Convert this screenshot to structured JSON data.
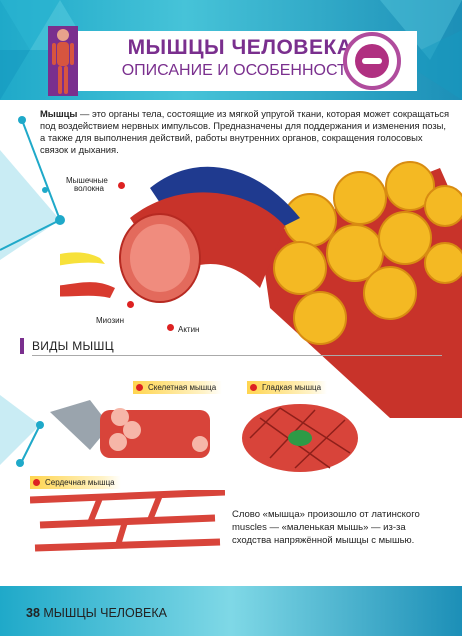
{
  "header": {
    "title": "МЫШЦЫ ЧЕЛОВЕКА",
    "subtitle": "ОПИСАНИЕ И ОСОБЕННОСТИ",
    "accent_color": "#7a2f8e",
    "header_color": "#1fa9c9"
  },
  "intro": {
    "term": "Мышцы",
    "text": " — это органы тела, состоящие из мягкой упругой ткани, которая может сокращаться под воздействием нервных импульсов. Предназначены для поддержания и изменения позы, а также для выполнения действий, работы внутренних органов, сокращения голосовых связок и дыхания."
  },
  "labels": {
    "fibers_line1": "Мышечные",
    "fibers_line2": "волокна",
    "myosin": "Миозин",
    "actin": "Актин"
  },
  "section": {
    "title": "ВИДЫ МЫШЦ"
  },
  "types": {
    "skeletal": "Скелетная мышца",
    "smooth": "Гладкая мышца",
    "cardiac": "Сердечная мышца"
  },
  "note": "Слово «мышца» произошло от латинского muscles — «маленькая мышь» — из-за сходства напряжённой мышцы с мышью.",
  "footer": {
    "page_number": "38",
    "title": "МЫШЦЫ ЧЕЛОВЕКА"
  }
}
